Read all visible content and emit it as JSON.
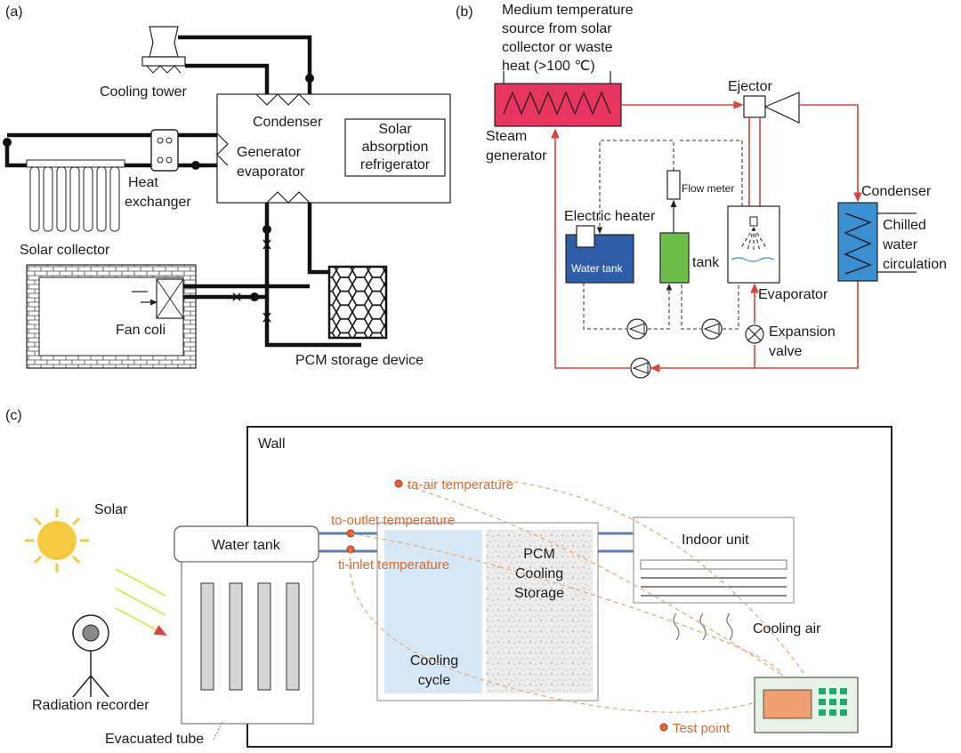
{
  "panels": {
    "a": {
      "tag": "(a)",
      "labels": {
        "cooling_tower": "Cooling tower",
        "condenser": "Condenser",
        "generator": "Generator",
        "evaporator": "evaporator",
        "solar_abs_1": "Solar",
        "solar_abs_2": "absorption",
        "solar_abs_3": "refrigerator",
        "heat_exchanger_1": "Heat",
        "heat_exchanger_2": "exchanger",
        "solar_collector": "Solar collector",
        "fan_coil": "Fan coli",
        "pcm_storage": "PCM storage device"
      }
    },
    "b": {
      "tag": "(b)",
      "labels": {
        "source_1": "Medium temperature",
        "source_2": "source from solar",
        "source_3": "collector or waste",
        "source_4": "heat (>100 ℃)",
        "steam_gen_1": "Steam",
        "steam_gen_2": "generator",
        "ejector": "Ejector",
        "flow_meter": "Flow meter",
        "electric_heater": "Electric heater",
        "water_tank": "Water tank",
        "tank": "tank",
        "condenser": "Condenser",
        "chilled_1": "Chilled",
        "chilled_2": "water",
        "chilled_3": "circulation",
        "evaporator": "Evaporator",
        "expansion_1": "Expansion",
        "expansion_2": "valve"
      }
    },
    "c": {
      "tag": "(c)",
      "labels": {
        "wall": "Wall",
        "solar": "Solar",
        "water_tank": "Water tank",
        "radiation_recorder": "Radiation recorder",
        "evacuated_tube": "Evacuated tube",
        "ta": "ta-air temperature",
        "to": "to-outlet temperature",
        "ti": "ti-inlet temperature",
        "pcm_1": "PCM",
        "pcm_2": "Cooling",
        "pcm_3": "Storage",
        "cooling_cycle_1": "Cooling",
        "cooling_cycle_2": "cycle",
        "indoor_unit": "Indoor unit",
        "cooling_air": "Cooling air",
        "test_point": "Test point"
      }
    }
  },
  "colors": {
    "pipe": "#111111",
    "red_line": "#d9443c",
    "steam_generator": "#e8355f",
    "water_tank": "#2f5da8",
    "green_tank": "#6cc04a",
    "condenser": "#3a8fd1",
    "orange": "#e2672a",
    "sun": "#f7c940",
    "cooling_cycle": "#d6e7f6",
    "recorder_screen": "#f0a070",
    "recorder_keys": "#1eaa6a",
    "recorder_body": "#e6f3e6"
  },
  "icons": [
    "pump-icon",
    "valve-icon",
    "fan-icon",
    "sun-icon",
    "tripod-icon"
  ]
}
